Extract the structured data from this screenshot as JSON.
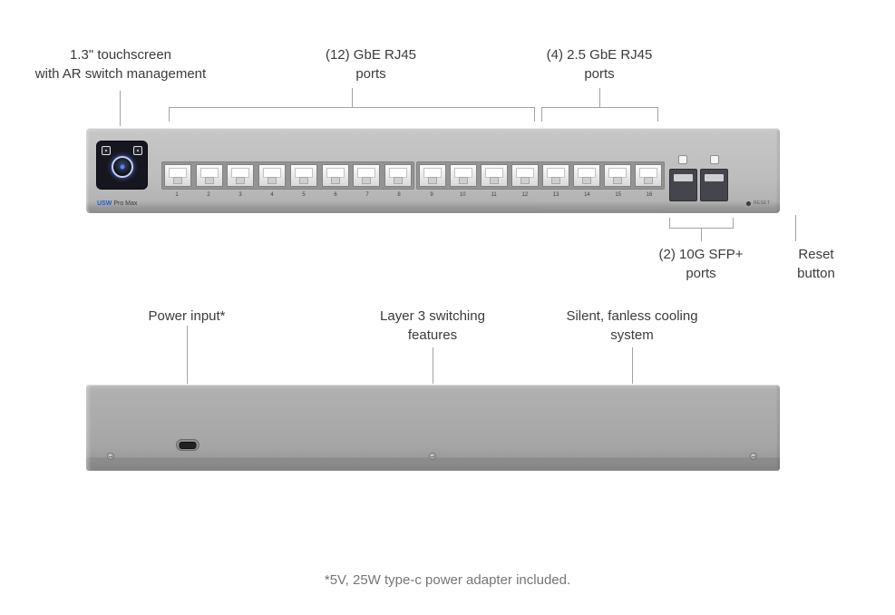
{
  "front_view": {
    "callouts": {
      "touchscreen": {
        "lines": [
          "1.3\" touchscreen",
          "with AR switch management"
        ]
      },
      "rj45_gbe": {
        "lines": [
          "(12) GbE RJ45",
          "ports"
        ]
      },
      "rj45_25gbe": {
        "lines": [
          "(4) 2.5 GbE RJ45",
          "ports"
        ]
      },
      "sfp_plus": {
        "lines": [
          "(2) 10G SFP+",
          "ports"
        ]
      },
      "reset": {
        "lines": [
          "Reset",
          "button"
        ]
      }
    },
    "device": {
      "model_prefix": "USW",
      "model_suffix": "Pro Max",
      "reset_label": "RESET",
      "port_numbers": [
        "1",
        "2",
        "3",
        "4",
        "5",
        "6",
        "7",
        "8",
        "9",
        "10",
        "11",
        "12",
        "13",
        "14",
        "15",
        "16"
      ]
    }
  },
  "rear_view": {
    "callouts": {
      "power": {
        "lines": [
          "Power input*"
        ]
      },
      "layer3": {
        "lines": [
          "Layer 3 switching",
          "features"
        ]
      },
      "cooling": {
        "lines": [
          "Silent, fanless cooling",
          "system"
        ]
      }
    }
  },
  "footer": {
    "note": "*5V, 25W type-c power adapter included."
  },
  "colors": {
    "accent_screen_blue": "#5a82ff",
    "chassis_gray": "#bcbcbc",
    "callout_line_gray": "#a3a3a3",
    "text_dark": "#3b3b3b"
  }
}
